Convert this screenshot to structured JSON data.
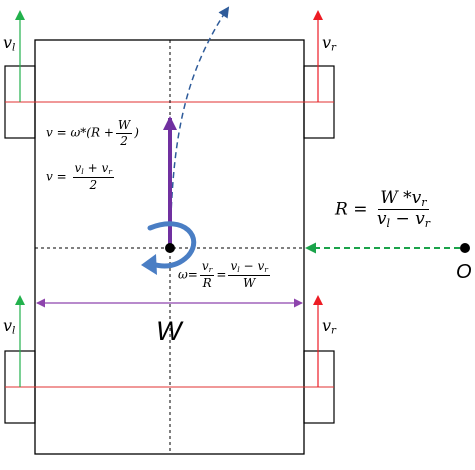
{
  "labels": {
    "v": "v",
    "l": "l",
    "r": "r",
    "W": "W",
    "R": "R",
    "O": "O"
  },
  "symbols": {
    "equals": "=",
    "omega": "ω",
    "star": "*",
    "open_paren": "(",
    "close_paren": ")",
    "plus": "+",
    "minus": "−",
    "two": "2"
  },
  "colors": {
    "wheel_velocity_left": "#22b14c",
    "wheel_velocity_right": "#ed1c24",
    "axle_line": "#e03030",
    "body_velocity": "#7030a0",
    "width_arrow": "#8e44ad",
    "radius_arrow": "#1aa34a",
    "trajectory": "#2e5b9a",
    "rotation_arrow": "#4a7ec4"
  }
}
